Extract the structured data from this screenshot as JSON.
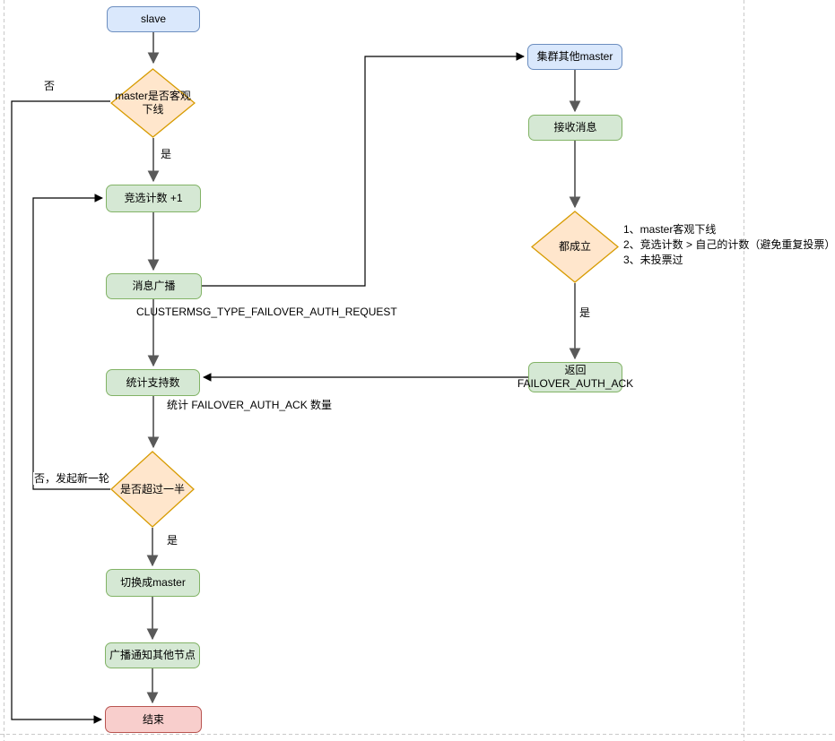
{
  "diagram": {
    "title_hint": "redis-cluster-failover-flowchart",
    "nodes": {
      "slave": {
        "label": "slave"
      },
      "offline_check": {
        "label": "master是否客观下线"
      },
      "vote_count": {
        "label": "竞选计数 +1"
      },
      "broadcast": {
        "label": "消息广播"
      },
      "count_support": {
        "label": "统计支持数"
      },
      "majority_check": {
        "label": "是否超过一半"
      },
      "switch_master": {
        "label": "切换成master"
      },
      "notify_others": {
        "label": "广播通知其他节点"
      },
      "end": {
        "label": "结束"
      },
      "other_masters": {
        "label": "集群其他master"
      },
      "receive_msg": {
        "label": "接收消息"
      },
      "conditions_check": {
        "label": "都成立"
      },
      "return_ack": {
        "line1": "返回",
        "line2": "FAILOVER_AUTH_ACK"
      }
    },
    "edge_labels": {
      "offline_no": "否",
      "offline_yes": "是",
      "conditions_yes": "是",
      "majority_yes": "是",
      "majority_no": "否，发起新一轮"
    },
    "annotations": {
      "request_msg": "CLUSTERMSG_TYPE_FAILOVER_AUTH_REQUEST",
      "count_note": "统计 FAILOVER_AUTH_ACK 数量",
      "conditions": [
        "1、master客观下线",
        "2、竞选计数 > 自己的计数（避免重复投票）",
        "3、未投票过"
      ]
    },
    "colors": {
      "node_blue_fill": "#dae8fc",
      "node_blue_stroke": "#6c8ebf",
      "node_green_fill": "#d5e8d4",
      "node_green_stroke": "#82b366",
      "node_orange_fill": "#ffe6cc",
      "node_orange_stroke": "#d79b00",
      "node_red_fill": "#f8cecc",
      "node_red_stroke": "#b85450",
      "edge_flow": "#595959",
      "edge_loop": "#000000",
      "page_guide": "#c9c9c9"
    }
  }
}
